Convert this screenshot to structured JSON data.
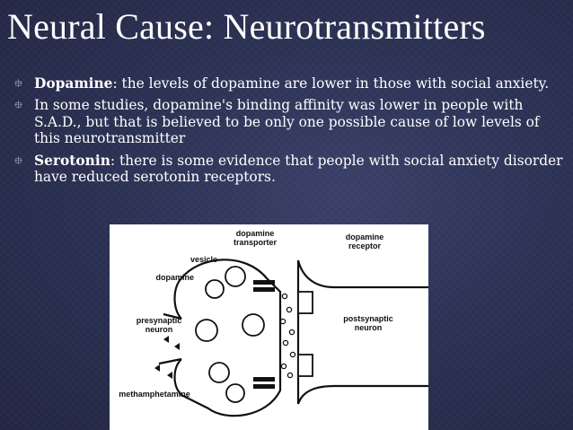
{
  "slide": {
    "title": "Neural Cause: Neurotransmitters",
    "bullets": [
      {
        "bold": "Dopamine",
        "text": ": the levels of dopamine are lower in those with social anxiety."
      },
      {
        "bold": "",
        "text": "In some studies, dopamine's binding affinity was lower in people with S.A.D., but that is believed to be only one possible cause of low levels of this neurotransmitter"
      },
      {
        "bold": "Serotonin",
        "text": ": there is some evidence that people with social anxiety disorder have reduced serotonin receptors."
      }
    ],
    "bullet_icon": "quad-arrow-bullet-icon"
  },
  "diagram": {
    "labels": {
      "vesicle": "vesicle",
      "dopamine": "dopamine",
      "transporter_1": "dopamine",
      "transporter_2": "transporter",
      "receptor_1": "dopamine",
      "receptor_2": "receptor",
      "presynaptic_1": "presynaptic",
      "presynaptic_2": "neuron",
      "postsynaptic_1": "postsynaptic",
      "postsynaptic_2": "neuron",
      "meth": "methamphetamine"
    }
  },
  "colors": {
    "background": "#262b48",
    "text": "#ffffff"
  }
}
